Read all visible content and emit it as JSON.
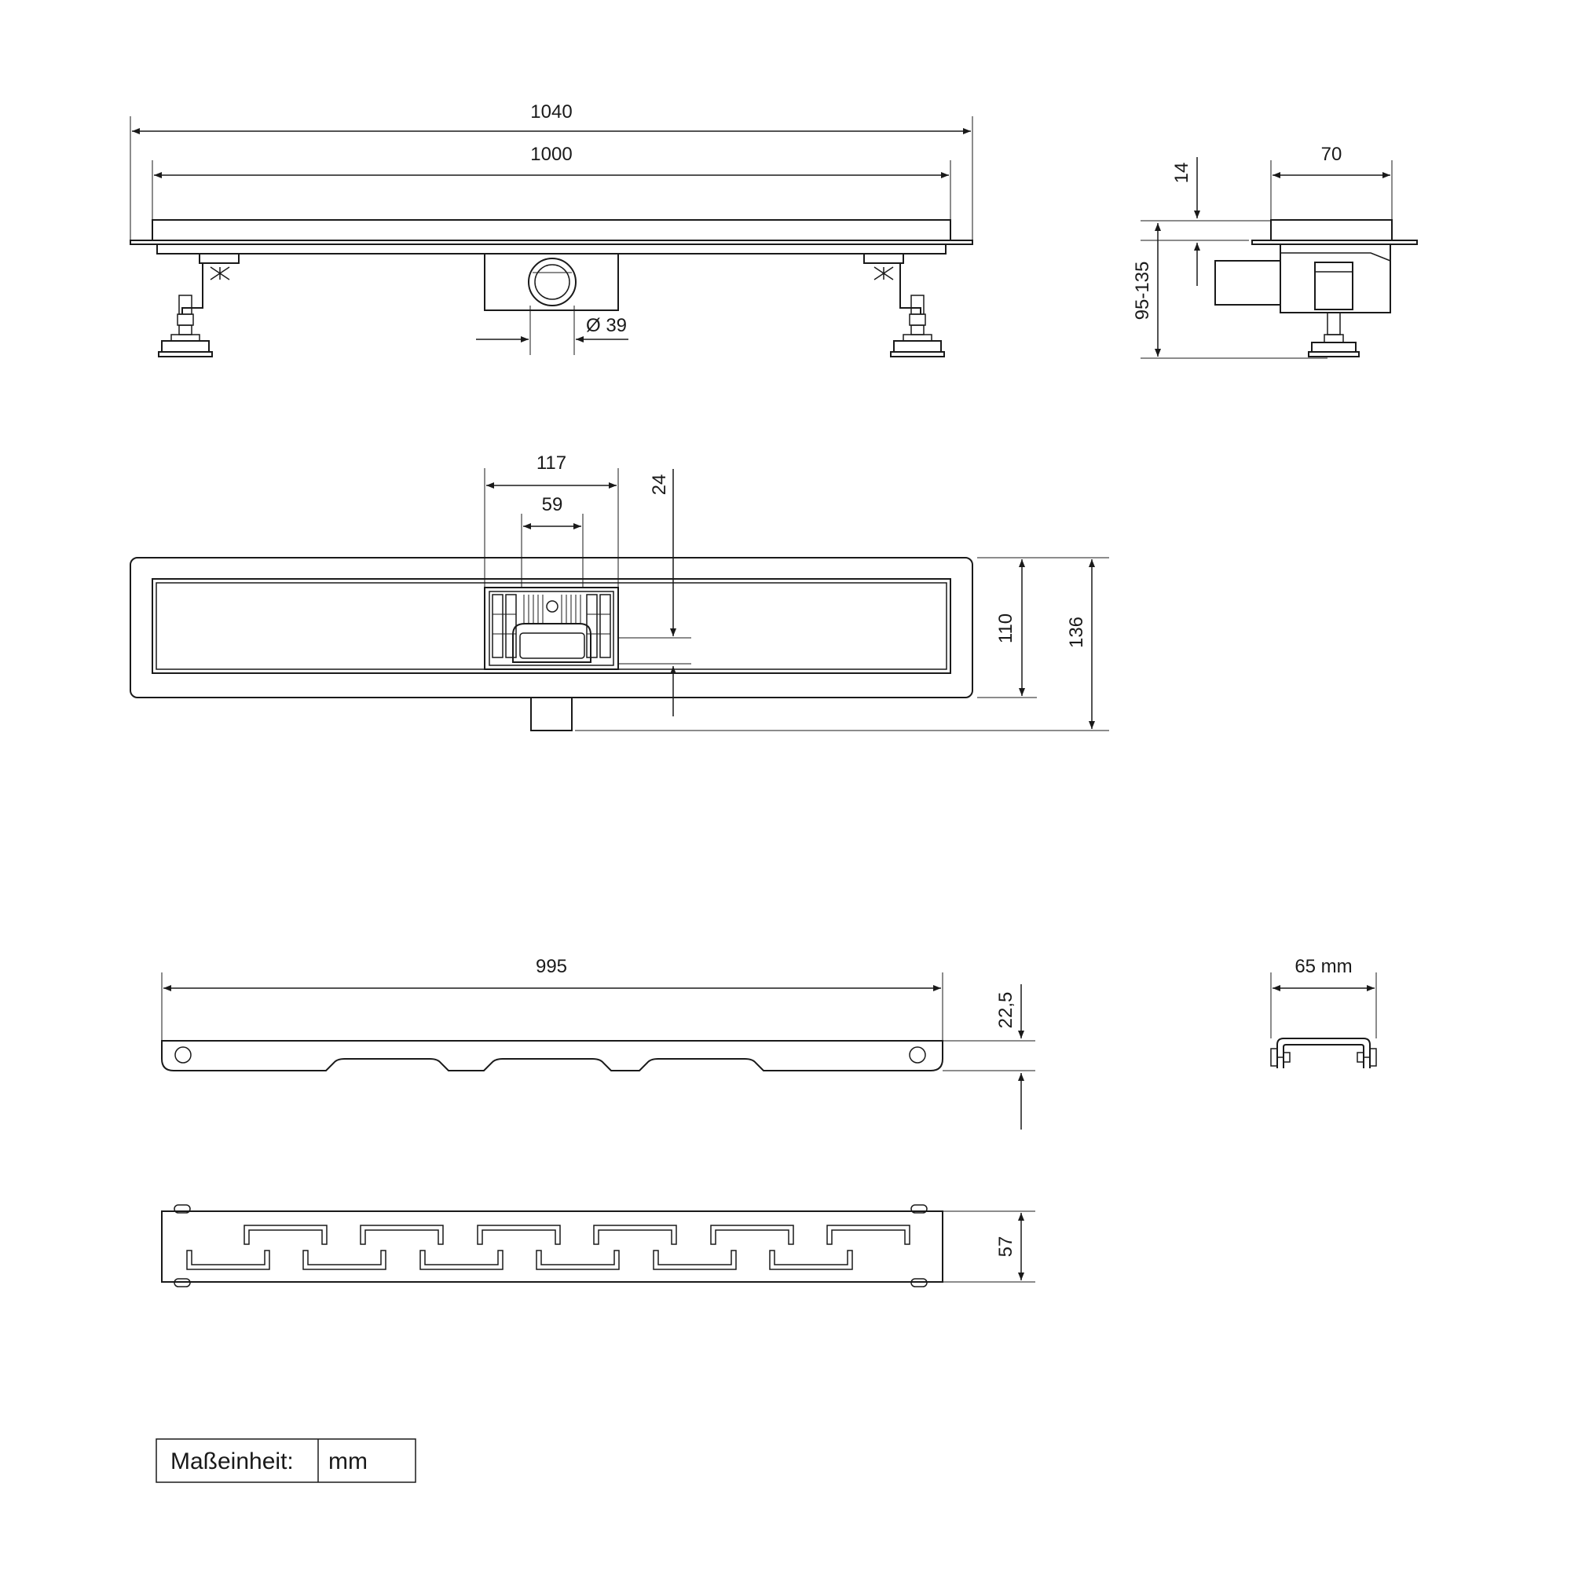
{
  "dimensions": {
    "top_overall_length": "1040",
    "top_grate_length": "1000",
    "outlet_diameter": "Ø 39",
    "side_width": "70",
    "side_flange": "14",
    "side_height_range": "95-135",
    "plan_siphon_width": "117",
    "plan_siphon_inner": "59",
    "plan_offset": "24",
    "plan_inner_width": "110",
    "plan_total_width": "136",
    "plate_length": "995",
    "plate_height": "22,5",
    "bracket_width": "65 mm",
    "grate_width": "57"
  },
  "unit_box": {
    "label": "Maßeinheit:",
    "value": "mm"
  }
}
